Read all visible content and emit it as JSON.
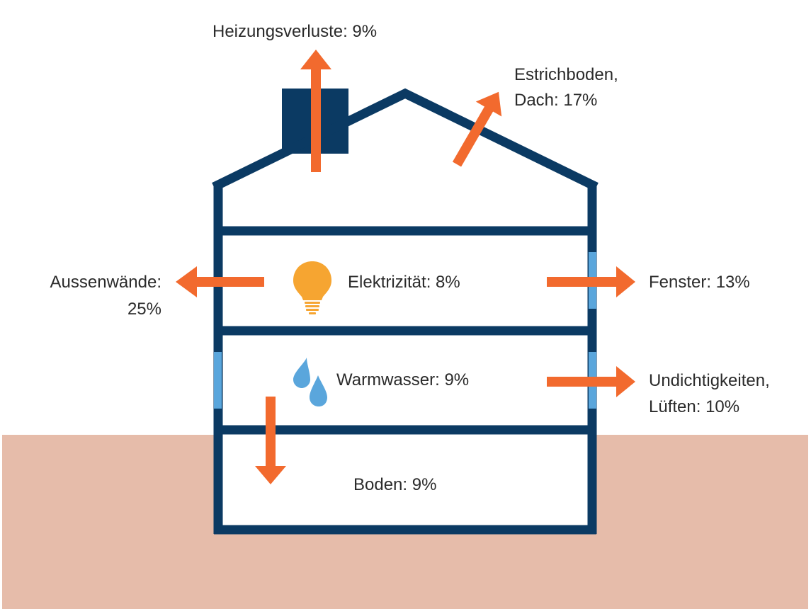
{
  "colors": {
    "house_outline": "#0b3a63",
    "arrow": "#f26a2e",
    "bulb": "#f6a531",
    "water_drop": "#5aa6dc",
    "window": "#5aa6dc",
    "ground": "#e6bcaa",
    "text": "#2b2b2b",
    "background": "#ffffff"
  },
  "labels": {
    "heizungsverluste": "Heizungsverluste: 9%",
    "estrich_line1": "Estrichboden,",
    "estrich_line2": "Dach: 17%",
    "aussenwaende_line1": "Aussenwände:",
    "aussenwaende_line2": "25%",
    "elektrizitaet": "Elektrizität: 8%",
    "fenster": "Fenster: 13%",
    "warmwasser": "Warmwasser: 9%",
    "undicht_line1": "Undichtigkeiten,",
    "undicht_line2": "Lüften: 10%",
    "boden": "Boden: 9%"
  },
  "icons": {
    "bulb": "light-bulb-icon",
    "drops": "water-drops-icon"
  },
  "chart_data": {
    "type": "diagram",
    "categories": [
      "Heizungsverluste",
      "Estrichboden, Dach",
      "Aussenwände",
      "Elektrizität",
      "Fenster",
      "Warmwasser",
      "Undichtigkeiten, Lüften",
      "Boden"
    ],
    "values": [
      9,
      17,
      25,
      8,
      13,
      9,
      10,
      9
    ]
  }
}
